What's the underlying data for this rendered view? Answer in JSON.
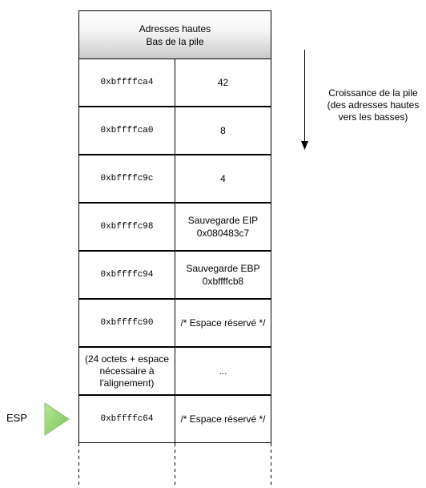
{
  "stack": {
    "header": {
      "line1": "Adresses hautes",
      "line2": "Bas de la pile"
    },
    "rows": [
      {
        "address": "0xbffffca4",
        "value": "42"
      },
      {
        "address": "0xbffffca0",
        "value": "8"
      },
      {
        "address": "0xbffffc9c",
        "value": "4"
      },
      {
        "address": "0xbffffc98",
        "value": "Sauvegarde EIP\n0x080483c7"
      },
      {
        "address": "0xbffffc94",
        "value": "Sauvegarde EBP\n0xbffffcb8"
      },
      {
        "address": "0xbffffc90",
        "value": "/* Espace réservé */"
      },
      {
        "address": "(24 octets + espace\nnécessaire à\nl'alignement)",
        "value": "..."
      },
      {
        "address": "0xbffffc64",
        "value": "/* Espace réservé */"
      }
    ]
  },
  "growth": {
    "label": "Croissance de la pile\n(des adresses hautes\nvers les basses)"
  },
  "esp": {
    "label": "ESP"
  },
  "colors": {
    "header_top": "#ffffff",
    "header_bottom": "#c9c9c9",
    "esp_arrow": "#8fd16b",
    "border": "#000000"
  }
}
